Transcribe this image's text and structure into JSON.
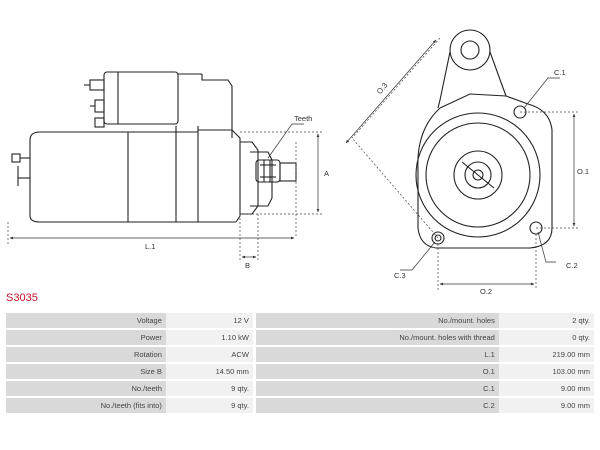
{
  "product": {
    "code": "S3035"
  },
  "drawing": {
    "labels": {
      "teeth": "Teeth",
      "a": "A",
      "b": "B",
      "l1": "L.1",
      "o1": "O.1",
      "o2": "O.2",
      "o3": "O.3",
      "c1": "C.1",
      "c2": "C.2",
      "c3": "C.3"
    }
  },
  "specs": {
    "rows": [
      {
        "label_left": "Voltage",
        "value_left": "12 V",
        "label_right": "No./mount. holes",
        "value_right": "2 qty."
      },
      {
        "label_left": "Power",
        "value_left": "1.10 kW",
        "label_right": "No./mount. holes with thread",
        "value_right": "0 qty."
      },
      {
        "label_left": "Rotation",
        "value_left": "ACW",
        "label_right": "L.1",
        "value_right": "219.00 mm"
      },
      {
        "label_left": "Size B",
        "value_left": "14.50 mm",
        "label_right": "O.1",
        "value_right": "103.00 mm"
      },
      {
        "label_left": "No./teeth",
        "value_left": "9 qty.",
        "label_right": "C.1",
        "value_right": "9.00 mm"
      },
      {
        "label_left": "No./teeth (fits into)",
        "value_left": "9 qty.",
        "label_right": "C.2",
        "value_right": "9.00 mm"
      }
    ]
  }
}
